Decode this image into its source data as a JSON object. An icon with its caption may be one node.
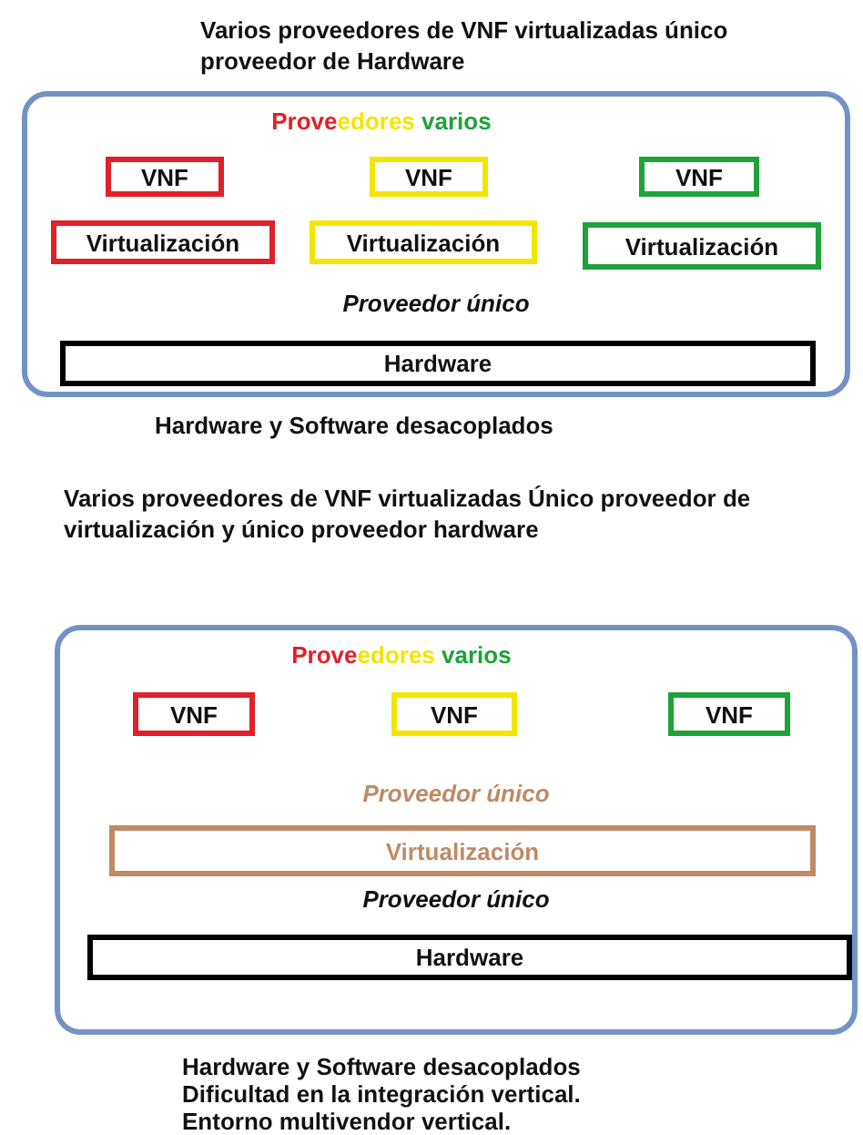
{
  "diagram": {
    "nodes": [
      {
        "text": [
          "Varios proveedores de VNF virtualizadas único proveedor de Hardware",
          "Proveedores varios",
          "Proveedor único"
        ],
        "beside": [
          "Hardware y Software desacoplados"
        ]
      },
      {
        "text": [
          "VNF"
        ],
        "in": 0
      },
      {
        "text": [
          "VNF"
        ],
        "in": 0
      },
      {
        "text": [
          "VNF"
        ],
        "in": 0
      },
      {
        "text": [
          "Virtualización"
        ],
        "in": 0
      },
      {
        "text": [
          "Virtualización"
        ],
        "in": 0
      },
      {
        "text": [
          "Virtualización"
        ],
        "in": 0
      },
      {
        "text": [
          "Hardware"
        ],
        "in": 0
      },
      {
        "text": [
          "Varios proveedores de VNF virtualizadas Único proveedor de virtualización y único proveedor hardware",
          "Proveedores varios",
          "Proveedor único",
          "Proveedor único"
        ],
        "beside": [
          "Hardware y Software desacoplados",
          "Dificultad en la integración vertical.",
          "Entorno multivendor vertical."
        ]
      },
      {
        "text": [
          "VNF"
        ],
        "in": 8
      },
      {
        "text": [
          "VNF"
        ],
        "in": 8
      },
      {
        "text": [
          "VNF"
        ],
        "in": 8
      },
      {
        "text": [
          "Virtualización"
        ],
        "in": 8
      },
      {
        "text": [
          "Hardware"
        ],
        "in": 8
      }
    ],
    "edges": []
  }
}
